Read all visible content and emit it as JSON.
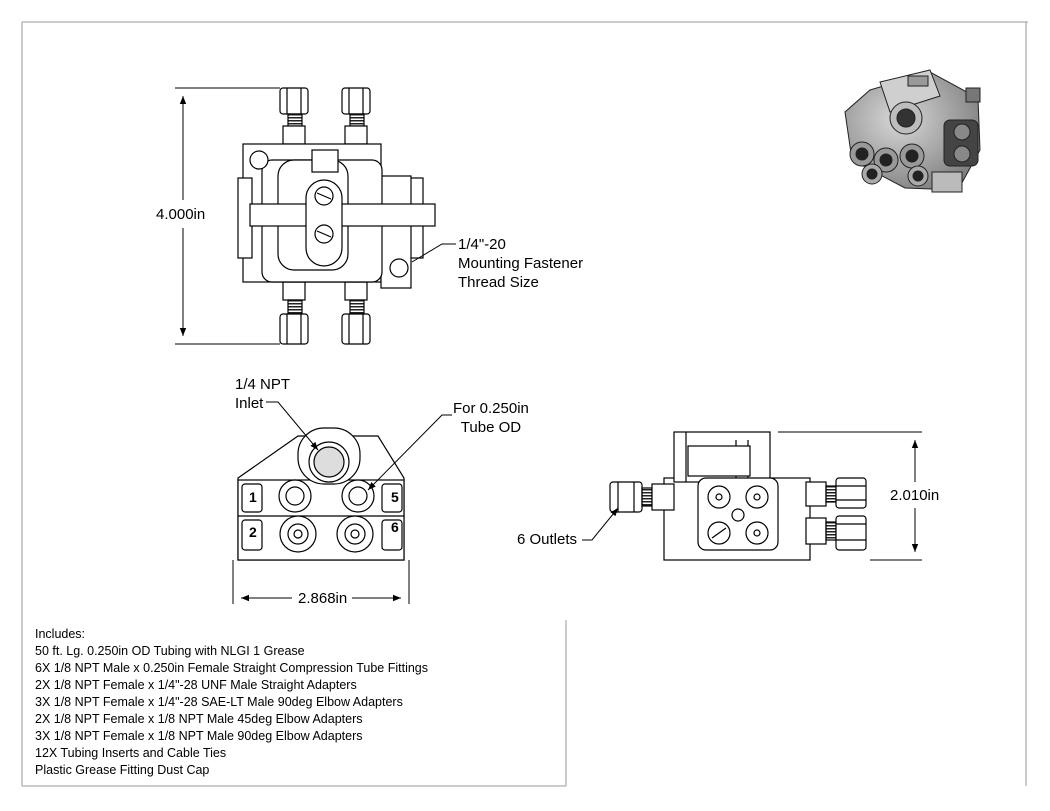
{
  "dimensions": {
    "height": "4.000in",
    "width": "2.868in",
    "depth": "2.010in"
  },
  "callouts": {
    "fastener": [
      "1/4\"-20",
      "Mounting Fastener",
      "Thread Size"
    ],
    "inlet": [
      "1/4 NPT",
      "Inlet"
    ],
    "tube": [
      "For 0.250in",
      "Tube OD"
    ],
    "outlets": "6 Outlets"
  },
  "outlet_numbers": [
    "1",
    "5",
    "2",
    "6"
  ],
  "includes": [
    "Includes:",
    "50 ft. Lg. 0.250in OD Tubing with NLGI 1 Grease",
    "6X 1/8 NPT Male x 0.250in Female Straight Compression Tube Fittings",
    "2X 1/8 NPT Female x 1/4\"-28 UNF Male Straight Adapters",
    "3X 1/8 NPT Female x 1/4\"-28 SAE-LT Male 90deg Elbow Adapters",
    "2X 1/8 NPT Female x 1/8 NPT Male 45deg Elbow Adapters",
    "3X 1/8 NPT Female x 1/8 NPT Male 90deg Elbow Adapters",
    "12X Tubing Inserts and Cable Ties",
    "Plastic Grease Fitting Dust Cap"
  ]
}
